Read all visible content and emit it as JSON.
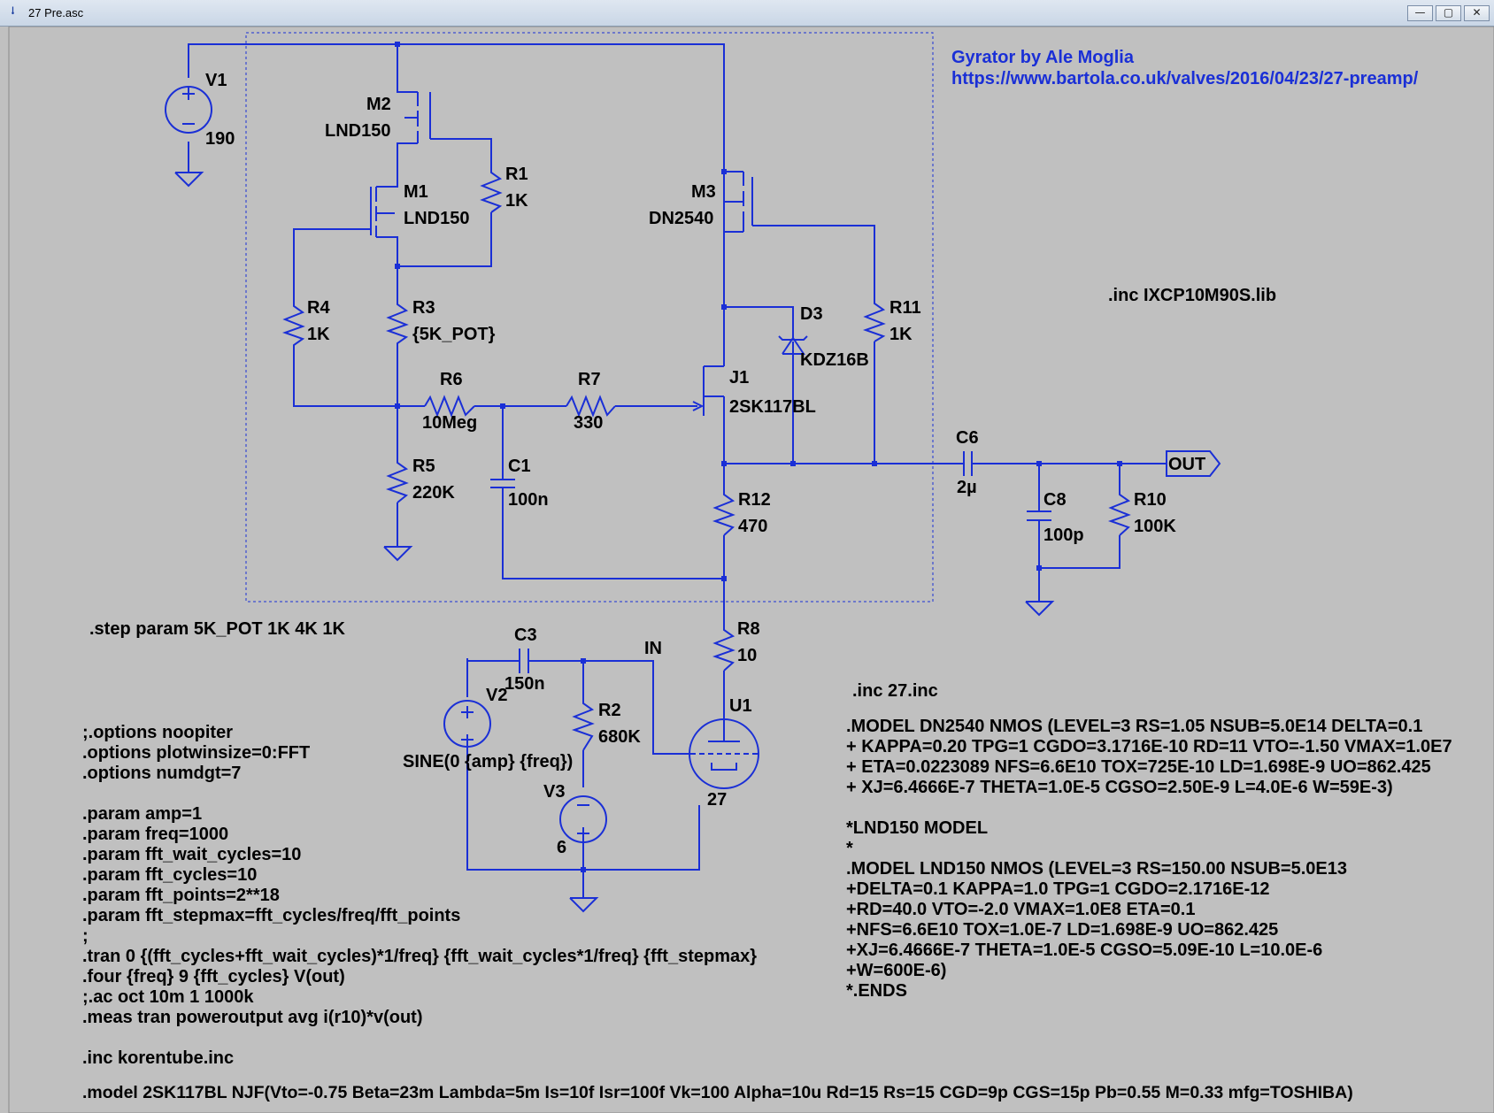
{
  "window": {
    "title": "27 Pre.asc",
    "controls": {
      "minimize": "—",
      "maximize": "▢",
      "close": "✕"
    }
  },
  "header": {
    "title": "Gyrator by Ale Moglia",
    "url": "https://www.bartola.co.uk/valves/2016/04/23/27-preamp/"
  },
  "components": {
    "V1": {
      "name": "V1",
      "value": "190"
    },
    "M2": {
      "name": "M2",
      "value": "LND150"
    },
    "M1": {
      "name": "M1",
      "value": "LND150"
    },
    "M3": {
      "name": "M3",
      "value": "DN2540"
    },
    "R1": {
      "name": "R1",
      "value": "1K"
    },
    "R4": {
      "name": "R4",
      "value": "1K"
    },
    "R3": {
      "name": "R3",
      "value": "{5K_POT}"
    },
    "R5": {
      "name": "R5",
      "value": "220K"
    },
    "R6": {
      "name": "R6",
      "value": "10Meg"
    },
    "R7": {
      "name": "R7",
      "value": "330"
    },
    "C1": {
      "name": "C1",
      "value": "100n"
    },
    "J1": {
      "name": "J1",
      "value": "2SK117BL"
    },
    "D3": {
      "name": "D3",
      "value": "KDZ16B"
    },
    "R11": {
      "name": "R11",
      "value": "1K"
    },
    "R12": {
      "name": "R12",
      "value": "470"
    },
    "C6": {
      "name": "C6",
      "value": "2µ"
    },
    "C8": {
      "name": "C8",
      "value": "100p"
    },
    "R10": {
      "name": "R10",
      "value": "100K"
    },
    "R8": {
      "name": "R8",
      "value": "10"
    },
    "C3": {
      "name": "C3",
      "value": "150n"
    },
    "V2": {
      "name": "V2",
      "value": "SINE(0 {amp} {freq})"
    },
    "R2": {
      "name": "R2",
      "value": "680K"
    },
    "V3": {
      "name": "V3",
      "value": "6"
    },
    "U1": {
      "name": "U1",
      "value": "27"
    }
  },
  "labels": {
    "out": "OUT",
    "in": "IN"
  },
  "directives": {
    "inc_lib": ".inc IXCP10M90S.lib",
    "step": ".step param 5K_POT 1K 4K 1K",
    "inc_27": ".inc 27.inc",
    "left_block": [
      ";.options noopiter",
      ".options plotwinsize=0:FFT",
      ".options numdgt=7",
      "",
      ".param amp=1",
      ".param freq=1000",
      ".param fft_wait_cycles=10",
      ".param fft_cycles=10",
      ".param fft_points=2**18",
      ".param fft_stepmax=fft_cycles/freq/fft_points",
      ";",
      ".tran 0 {(fft_cycles+fft_wait_cycles)*1/freq} {fft_wait_cycles*1/freq} {fft_stepmax}",
      ".four {freq} 9 {fft_cycles} V(out)",
      ";.ac oct 10m 1 1000k",
      ".meas tran poweroutput avg i(r10)*v(out)",
      "",
      ".inc korentube.inc"
    ],
    "right_block": [
      ".MODEL DN2540 NMOS (LEVEL=3 RS=1.05 NSUB=5.0E14 DELTA=0.1",
      "+ KAPPA=0.20 TPG=1 CGDO=3.1716E-10 RD=11 VTO=-1.50 VMAX=1.0E7",
      "+ ETA=0.0223089 NFS=6.6E10 TOX=725E-10 LD=1.698E-9 UO=862.425",
      "+ XJ=6.4666E-7 THETA=1.0E-5 CGSO=2.50E-9 L=4.0E-6 W=59E-3)",
      "",
      "*LND150 MODEL",
      "*",
      ".MODEL LND150 NMOS (LEVEL=3 RS=150.00 NSUB=5.0E13",
      "+DELTA=0.1 KAPPA=1.0 TPG=1 CGDO=2.1716E-12",
      "+RD=40.0 VTO=-2.0 VMAX=1.0E8 ETA=0.1",
      "+NFS=6.6E10 TOX=1.0E-7 LD=1.698E-9 UO=862.425",
      "+XJ=6.4666E-7 THETA=1.0E-5 CGSO=5.09E-10 L=10.0E-6",
      "+W=600E-6)",
      "*.ENDS"
    ],
    "jfet_model": ".model 2SK117BL NJF(Vto=-0.75 Beta=23m Lambda=5m Is=10f Isr=100f Vk=100 Alpha=10u Rd=15 Rs=15 CGD=9p CGS=15p Pb=0.55 M=0.33 mfg=TOSHIBA)"
  },
  "colors": {
    "wire": "#1a2fd6",
    "background": "#c0c0c0",
    "text": "#000000",
    "link": "#1a2fd6"
  }
}
